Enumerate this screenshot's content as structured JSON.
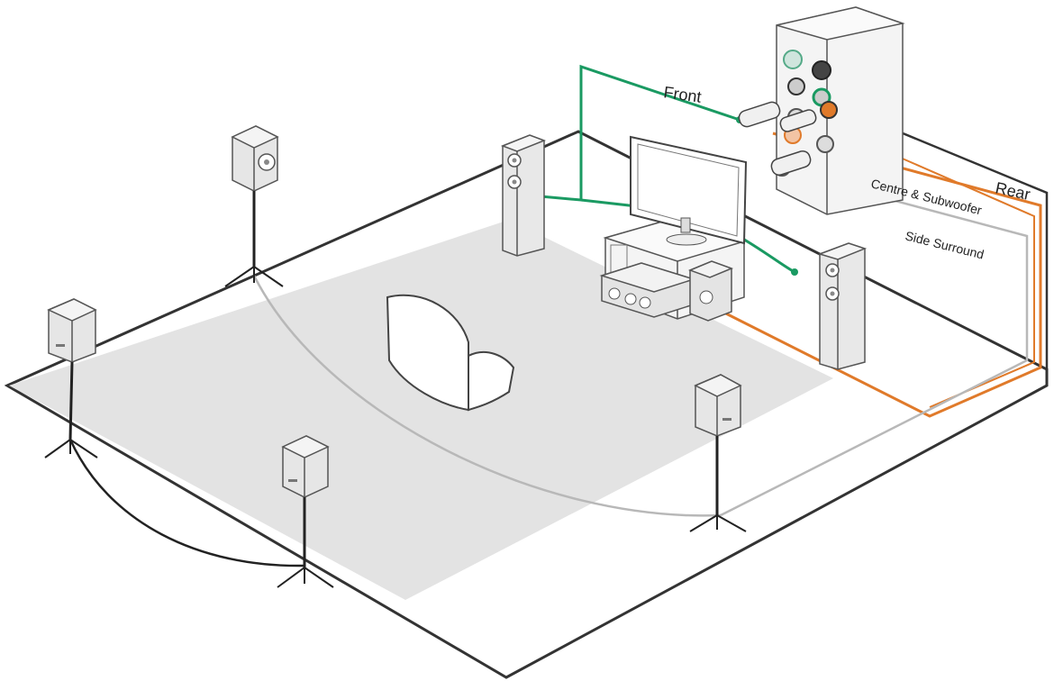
{
  "header": {
    "caption": ""
  },
  "labels": {
    "front": "Front",
    "rear": "Rear",
    "centre_subwoofer": "Centre & Subwoofer",
    "side_surround": "Side Surround"
  },
  "colors": {
    "front_cable": "#1a9a62",
    "centre_sub_cable": "#e07a2a",
    "side_cable": "#b0b0b0",
    "rear_cable": "#222222",
    "floor": "#e3e3e3",
    "speaker_fill": "#e6e6e6",
    "outline": "#555555"
  },
  "components": [
    "front-left-speaker",
    "front-right-speaker",
    "tv",
    "tv-stand",
    "centre-speaker",
    "subwoofer",
    "sofa",
    "side-left-speaker",
    "side-right-speaker",
    "rear-left-speaker",
    "rear-right-speaker",
    "receiver"
  ]
}
